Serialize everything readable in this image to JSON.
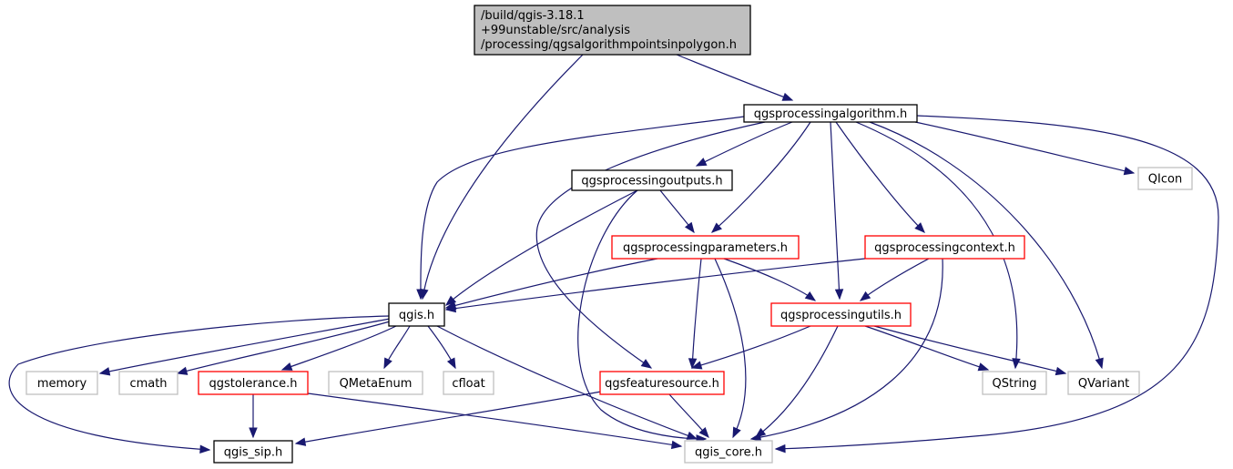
{
  "title": "Include dependency graph for qgsalgorithmpointsinpolygon.h",
  "colors": {
    "edge": "#191970",
    "root_fill": "#bfbfbf",
    "root_border": "#000000",
    "documented_border": "#000000",
    "red_border": "#ff0000",
    "external_border": "#bfbfbf",
    "node_fill": "#ffffff"
  },
  "nodes": [
    {
      "id": "root",
      "lines": [
        "/build/qgis-3.18.1",
        "+99unstable/src/analysis",
        "/processing/qgsalgorithmpointsinpolygon.h"
      ],
      "kind": "root"
    },
    {
      "id": "qgsprocessingalgorithm",
      "lines": [
        "qgsprocessingalgorithm.h"
      ],
      "kind": "documented"
    },
    {
      "id": "qgsprocessingoutputs",
      "lines": [
        "qgsprocessingoutputs.h"
      ],
      "kind": "documented"
    },
    {
      "id": "qicon",
      "lines": [
        "QIcon"
      ],
      "kind": "external"
    },
    {
      "id": "qgsprocessingparameters",
      "lines": [
        "qgsprocessingparameters.h"
      ],
      "kind": "truncated"
    },
    {
      "id": "qgsprocessingcontext",
      "lines": [
        "qgsprocessingcontext.h"
      ],
      "kind": "truncated"
    },
    {
      "id": "qgis",
      "lines": [
        "qgis.h"
      ],
      "kind": "documented"
    },
    {
      "id": "qgsprocessingutils",
      "lines": [
        "qgsprocessingutils.h"
      ],
      "kind": "truncated"
    },
    {
      "id": "memory",
      "lines": [
        "memory"
      ],
      "kind": "external"
    },
    {
      "id": "cmath",
      "lines": [
        "cmath"
      ],
      "kind": "external"
    },
    {
      "id": "qgstolerance",
      "lines": [
        "qgstolerance.h"
      ],
      "kind": "truncated"
    },
    {
      "id": "qmetaenum",
      "lines": [
        "QMetaEnum"
      ],
      "kind": "external"
    },
    {
      "id": "cfloat",
      "lines": [
        "cfloat"
      ],
      "kind": "external"
    },
    {
      "id": "qgsfeaturesource",
      "lines": [
        "qgsfeaturesource.h"
      ],
      "kind": "truncated"
    },
    {
      "id": "qstring",
      "lines": [
        "QString"
      ],
      "kind": "external"
    },
    {
      "id": "qvariant",
      "lines": [
        "QVariant"
      ],
      "kind": "external"
    },
    {
      "id": "qgis_sip",
      "lines": [
        "qgis_sip.h"
      ],
      "kind": "documented"
    },
    {
      "id": "qgis_core",
      "lines": [
        "qgis_core.h"
      ],
      "kind": "external"
    }
  ],
  "edges": [
    {
      "from": "root",
      "to": "qgsprocessingalgorithm"
    },
    {
      "from": "root",
      "to": "qgis"
    },
    {
      "from": "qgsprocessingalgorithm",
      "to": "qgsprocessingoutputs"
    },
    {
      "from": "qgsprocessingalgorithm",
      "to": "qicon"
    },
    {
      "from": "qgsprocessingalgorithm",
      "to": "qgsprocessingparameters"
    },
    {
      "from": "qgsprocessingalgorithm",
      "to": "qgsprocessingcontext"
    },
    {
      "from": "qgsprocessingalgorithm",
      "to": "qgis"
    },
    {
      "from": "qgsprocessingalgorithm",
      "to": "qgsprocessingutils"
    },
    {
      "from": "qgsprocessingalgorithm",
      "to": "qgsfeaturesource"
    },
    {
      "from": "qgsprocessingalgorithm",
      "to": "qstring"
    },
    {
      "from": "qgsprocessingalgorithm",
      "to": "qvariant"
    },
    {
      "from": "qgsprocessingalgorithm",
      "to": "qgis_core"
    },
    {
      "from": "qgsprocessingoutputs",
      "to": "qgsprocessingparameters"
    },
    {
      "from": "qgsprocessingoutputs",
      "to": "qgis"
    },
    {
      "from": "qgsprocessingoutputs",
      "to": "qgis_core"
    },
    {
      "from": "qgsprocessingparameters",
      "to": "qgis"
    },
    {
      "from": "qgsprocessingparameters",
      "to": "qgsprocessingutils"
    },
    {
      "from": "qgsprocessingparameters",
      "to": "qgsfeaturesource"
    },
    {
      "from": "qgsprocessingparameters",
      "to": "qgis_core"
    },
    {
      "from": "qgsprocessingcontext",
      "to": "qgis"
    },
    {
      "from": "qgsprocessingcontext",
      "to": "qgsprocessingutils"
    },
    {
      "from": "qgsprocessingcontext",
      "to": "qgis_core"
    },
    {
      "from": "qgis",
      "to": "memory"
    },
    {
      "from": "qgis",
      "to": "cmath"
    },
    {
      "from": "qgis",
      "to": "qgstolerance"
    },
    {
      "from": "qgis",
      "to": "qmetaenum"
    },
    {
      "from": "qgis",
      "to": "cfloat"
    },
    {
      "from": "qgis",
      "to": "qgis_sip"
    },
    {
      "from": "qgis",
      "to": "qgis_core"
    },
    {
      "from": "qgsprocessingutils",
      "to": "qgsfeaturesource"
    },
    {
      "from": "qgsprocessingutils",
      "to": "qstring"
    },
    {
      "from": "qgsprocessingutils",
      "to": "qvariant"
    },
    {
      "from": "qgsprocessingutils",
      "to": "qgis_core"
    },
    {
      "from": "qgstolerance",
      "to": "qgis_sip"
    },
    {
      "from": "qgstolerance",
      "to": "qgis_core"
    },
    {
      "from": "qgsfeaturesource",
      "to": "qgis_sip"
    },
    {
      "from": "qgsfeaturesource",
      "to": "qgis_core"
    }
  ]
}
